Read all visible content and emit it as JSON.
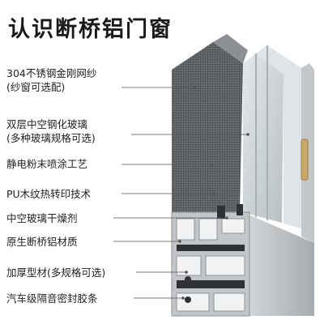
{
  "title": "认识断桥铝门窗",
  "labels": [
    {
      "lines": [
        "304不锈钢金刚网纱",
        "(纱窗可选配)"
      ]
    },
    {
      "lines": [
        "双层中空钢化玻璃",
        "(多种玻璃规格可选)"
      ]
    },
    {
      "lines": [
        "静电粉末喷涂工艺"
      ]
    },
    {
      "lines": [
        "PU木纹热转印技术"
      ]
    },
    {
      "lines": [
        "中空玻璃干燥剂"
      ]
    },
    {
      "lines": [
        "原生断桥铝材质"
      ]
    },
    {
      "lines": [
        "加厚型材(多规格可选)"
      ]
    },
    {
      "lines": [
        "汽车级隔音密封胶条"
      ]
    }
  ],
  "colors": {
    "aluminum": "#b9bcbf",
    "aluminum_dark": "#8e9296",
    "mesh": "#5d6063",
    "glass": "#cfd6d8",
    "core": "#2f3133",
    "brass_hinge": "#c9a86a",
    "leader_line": "#555555"
  }
}
